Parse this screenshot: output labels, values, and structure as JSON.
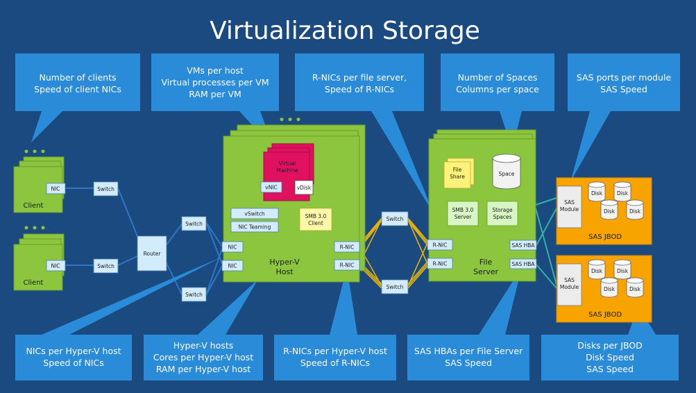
{
  "title": "Virtualization Storage",
  "callouts_top": [
    {
      "lines": [
        "Number of clients",
        "Speed of client NICs"
      ]
    },
    {
      "lines": [
        "VMs per host",
        "Virtual processes per VM",
        "RAM per VM"
      ]
    },
    {
      "lines": [
        "R-NICs per file server,",
        "Speed of R-NICs"
      ]
    },
    {
      "lines": [
        "Number of Spaces",
        "Columns per space"
      ]
    },
    {
      "lines": [
        "SAS ports per module",
        "SAS Speed"
      ]
    }
  ],
  "callouts_bottom": [
    {
      "lines": [
        "NICs per Hyper-V host",
        "Speed of NICs"
      ]
    },
    {
      "lines": [
        "Hyper-V hosts",
        "Cores per Hyper-V host",
        "RAM per Hyper-V host"
      ]
    },
    {
      "lines": [
        "R-NICs per Hyper-V host",
        "Speed of R-NICs"
      ]
    },
    {
      "lines": [
        "SAS HBAs per File Server",
        "SAS Speed"
      ]
    },
    {
      "lines": [
        "Disks per JBOD",
        "Disk Speed",
        "SAS Speed"
      ]
    }
  ],
  "diagram": {
    "client_label": "Client",
    "nic": "NIC",
    "switch": "Switch",
    "router": "Router",
    "vm_label": [
      "Virtual",
      "Machine"
    ],
    "vnic": "vNIC",
    "vdisk": "vDisk",
    "vswitch": "vSwitch",
    "nic_teaming": "NIC Teaming",
    "smb_client": [
      "SMB 3.0",
      "Client"
    ],
    "rnic": "R-NIC",
    "hyperv_label": [
      "Hyper-V",
      "Host"
    ],
    "file_share": [
      "File",
      "Share"
    ],
    "space": "Space",
    "smb_server": [
      "SMB 3.0",
      "Server"
    ],
    "storage_spaces": [
      "Storage",
      "Spaces"
    ],
    "file_server_label": [
      "File",
      "Server"
    ],
    "sas_hba": "SAS HBA",
    "sas_module": [
      "SAS",
      "Module"
    ],
    "disk": "Disk",
    "jbod_label": "SAS JBOD"
  }
}
